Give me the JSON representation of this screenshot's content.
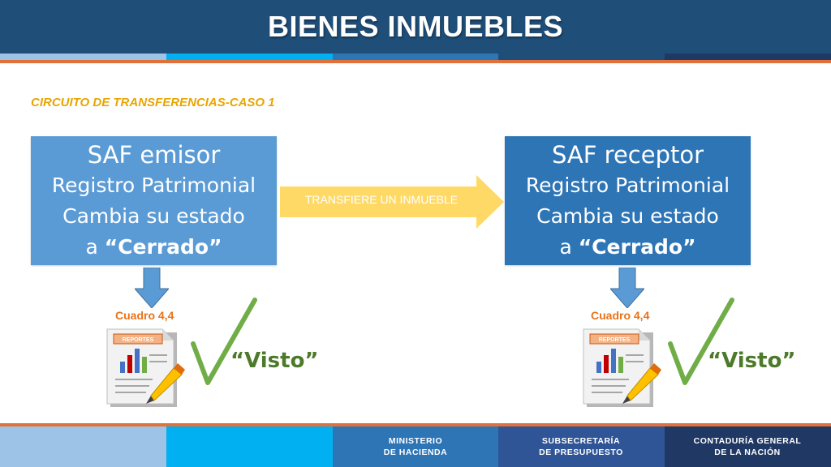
{
  "header": {
    "title": "BIENES INMUEBLES"
  },
  "subtitle": "CIRCUITO DE TRANSFERENCIAS-CASO 1",
  "emisor": {
    "title": "SAF emisor",
    "line2": "Registro Patrimonial",
    "line3": "Cambia su estado",
    "line4_prefix": "a ",
    "line4_bold": "“Cerrado”"
  },
  "receptor": {
    "title": "SAF receptor",
    "line2": "Registro Patrimonial",
    "line3": "Cambia su estado",
    "line4_prefix": "a ",
    "line4_bold": "“Cerrado”"
  },
  "arrow_label": "TRANSFIERE UN INMUEBLE",
  "left_report": {
    "cuadro": "Cuadro 4,4",
    "badge": "REPORTES",
    "visto": "“Visto”"
  },
  "right_report": {
    "cuadro": "Cuadro 4,4",
    "badge": "REPORTES",
    "visto": "“Visto”"
  },
  "footer": {
    "ministerio_l1": "MINISTERIO",
    "ministerio_l2": "DE  HACIENDA",
    "subsecretaria_l1": "SUBSECRETARÍA",
    "subsecretaria_l2": "DE PRESUPUESTO",
    "contaduria_l1": "CONTADURÍA GENERAL",
    "contaduria_l2": "DE LA NACIÓN"
  },
  "colors": {
    "accent_orange": "#e0713a",
    "emisor_blue": "#5b9bd5",
    "receptor_blue": "#2e75b6",
    "arrow_yellow": "#ffd966",
    "check_green": "#70ad47",
    "header_navy": "#1f4e79"
  }
}
